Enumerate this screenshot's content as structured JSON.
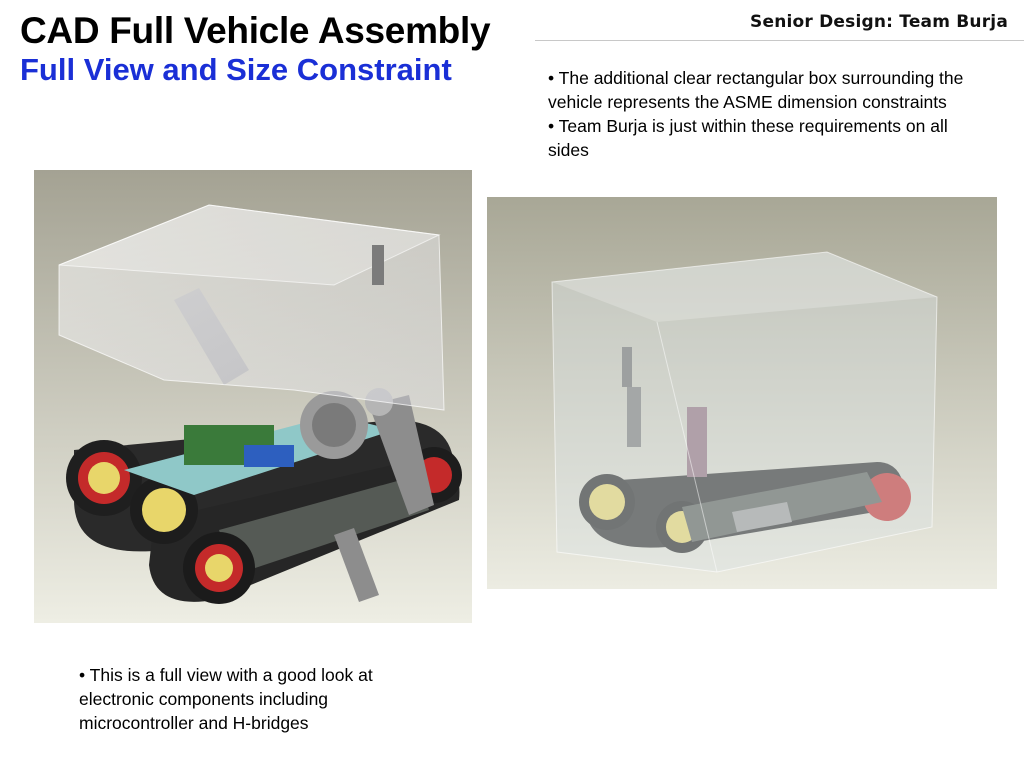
{
  "slide": {
    "title": "CAD Full Vehicle Assembly",
    "subtitle": "Full View and Size Constraint",
    "header_tag": "Senior Design: Team Burja"
  },
  "right_bullets": [
    "•  The additional clear rectangular box surrounding the vehicle represents the ASME dimension constraints",
    "•  Team Burja is just within these requirements on all sides"
  ],
  "left_bullets": [
    "•  This is a full view with a good look at electronic components including microcontroller and H-bridges"
  ],
  "colors": {
    "title": "#000000",
    "subtitle": "#1a2fd6",
    "track": "#2a2a2a",
    "wheel_rim": "#e8d66a",
    "tread_red": "#c42a2a"
  }
}
